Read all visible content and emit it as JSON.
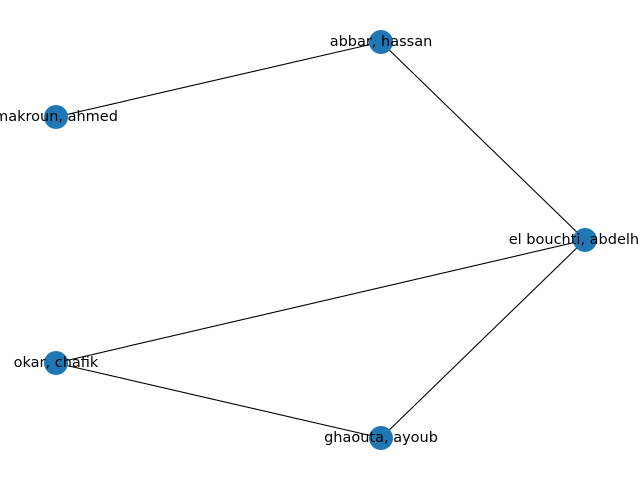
{
  "graph": {
    "node_color": "#1f77b4",
    "edge_color": "#000000",
    "nodes": [
      {
        "id": "abbar",
        "label": "abbar, hassan"
      },
      {
        "id": "makroun",
        "label": "makroun, ahmed"
      },
      {
        "id": "elbouchti",
        "label": "el bouchti, abdelhadi"
      },
      {
        "id": "okar",
        "label": "okar, chafik"
      },
      {
        "id": "ghaouta",
        "label": "ghaouta, ayoub"
      }
    ],
    "edges": [
      {
        "source": "abbar",
        "target": "makroun"
      },
      {
        "source": "abbar",
        "target": "elbouchti"
      },
      {
        "source": "elbouchti",
        "target": "okar"
      },
      {
        "source": "elbouchti",
        "target": "ghaouta"
      },
      {
        "source": "okar",
        "target": "ghaouta"
      }
    ]
  }
}
